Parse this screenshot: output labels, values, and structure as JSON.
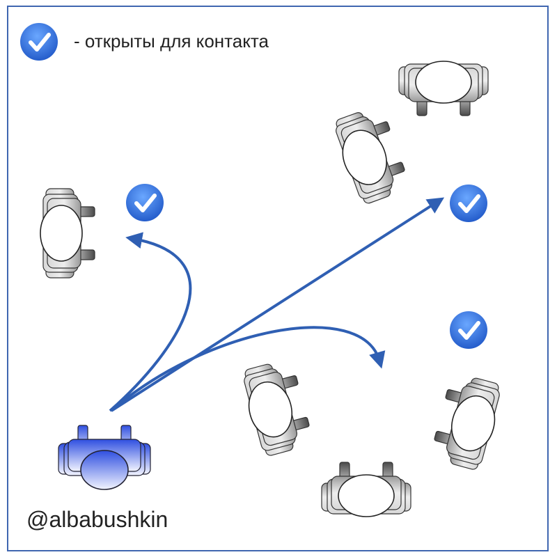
{
  "legend": {
    "icon": "check-badge-icon",
    "text": "- открыты для контакта"
  },
  "author": {
    "handle": "@albabushkin"
  },
  "colors": {
    "frame": "#3f66b0",
    "arrow": "#2f5fb3",
    "badge": "#2f6fd6",
    "person_self_top": "#2f4fe0",
    "person_self_bottom": "#f2f4ff",
    "person_other_top": "#555555",
    "person_other_bottom": "#f5f5f5"
  },
  "groups": [
    {
      "name": "single-person-group",
      "people": 1,
      "open_for_contact": true
    },
    {
      "name": "pair-group",
      "people": 2,
      "open_for_contact": true
    },
    {
      "name": "trio-group",
      "people": 3,
      "open_for_contact": true
    }
  ]
}
